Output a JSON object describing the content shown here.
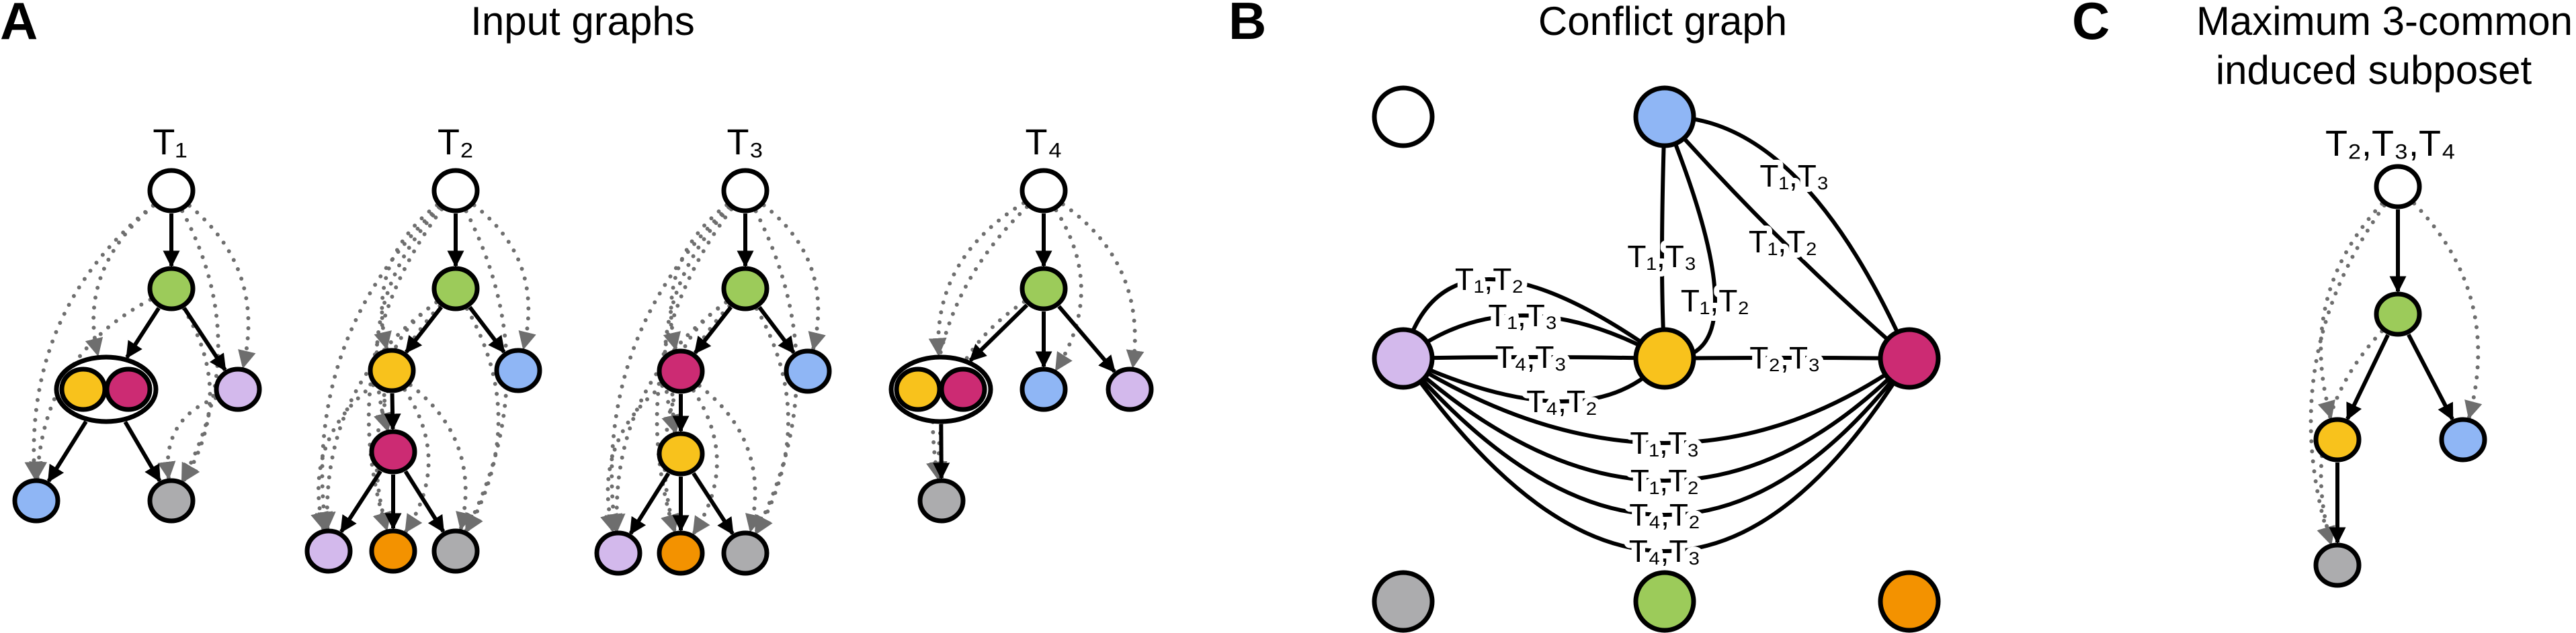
{
  "colors": {
    "white": "#ffffff",
    "green": "#9ccb5a",
    "yellow": "#f8c21c",
    "magenta": "#cc2b73",
    "blue": "#8fb6f5",
    "lilac": "#d3b9ec",
    "gray": "#acacae",
    "orange": "#f39200"
  },
  "panel_a": {
    "letter": "A",
    "title": "Input graphs",
    "graphs": [
      {
        "id": "T1",
        "label": "T₁",
        "nodes": [
          "white",
          "green",
          "yellow",
          "magenta",
          "lilac",
          "blue",
          "gray"
        ],
        "groups": [
          [
            "yellow",
            "magenta"
          ]
        ],
        "edges": [
          [
            "white",
            "green"
          ],
          [
            "green",
            "group"
          ],
          [
            "green",
            "lilac"
          ],
          [
            "group",
            "blue"
          ],
          [
            "group",
            "gray"
          ]
        ],
        "implied_edges": [
          [
            "white",
            "group"
          ],
          [
            "white",
            "lilac"
          ],
          [
            "white",
            "blue"
          ],
          [
            "white",
            "gray"
          ],
          [
            "green",
            "blue"
          ],
          [
            "green",
            "gray"
          ],
          [
            "lilac",
            "gray"
          ]
        ]
      },
      {
        "id": "T2",
        "label": "T₂",
        "nodes": [
          "white",
          "green",
          "yellow",
          "blue",
          "magenta",
          "lilac",
          "orange",
          "gray"
        ],
        "groups": [],
        "edges": [
          [
            "white",
            "green"
          ],
          [
            "green",
            "yellow"
          ],
          [
            "green",
            "blue"
          ],
          [
            "yellow",
            "magenta"
          ],
          [
            "magenta",
            "lilac"
          ],
          [
            "magenta",
            "orange"
          ],
          [
            "magenta",
            "gray"
          ]
        ],
        "implied_edges": [
          [
            "white",
            "yellow"
          ],
          [
            "white",
            "blue"
          ],
          [
            "white",
            "magenta"
          ],
          [
            "white",
            "lilac"
          ],
          [
            "white",
            "orange"
          ],
          [
            "white",
            "gray"
          ],
          [
            "green",
            "magenta"
          ],
          [
            "green",
            "lilac"
          ],
          [
            "green",
            "orange"
          ],
          [
            "green",
            "gray"
          ],
          [
            "yellow",
            "lilac"
          ],
          [
            "yellow",
            "orange"
          ],
          [
            "yellow",
            "gray"
          ]
        ]
      },
      {
        "id": "T3",
        "label": "T₃",
        "nodes": [
          "white",
          "green",
          "magenta",
          "blue",
          "yellow",
          "lilac",
          "orange",
          "gray"
        ],
        "groups": [],
        "edges": [
          [
            "white",
            "green"
          ],
          [
            "green",
            "magenta"
          ],
          [
            "green",
            "blue"
          ],
          [
            "magenta",
            "yellow"
          ],
          [
            "yellow",
            "lilac"
          ],
          [
            "yellow",
            "orange"
          ],
          [
            "yellow",
            "gray"
          ]
        ],
        "implied_edges": [
          [
            "white",
            "magenta"
          ],
          [
            "white",
            "blue"
          ],
          [
            "white",
            "yellow"
          ],
          [
            "white",
            "lilac"
          ],
          [
            "white",
            "orange"
          ],
          [
            "white",
            "gray"
          ],
          [
            "green",
            "yellow"
          ],
          [
            "green",
            "lilac"
          ],
          [
            "green",
            "orange"
          ],
          [
            "green",
            "gray"
          ],
          [
            "magenta",
            "lilac"
          ],
          [
            "magenta",
            "orange"
          ],
          [
            "magenta",
            "gray"
          ]
        ]
      },
      {
        "id": "T4",
        "label": "T₄",
        "nodes": [
          "white",
          "green",
          "yellow",
          "magenta",
          "blue",
          "lilac",
          "gray"
        ],
        "groups": [
          [
            "yellow",
            "magenta"
          ]
        ],
        "edges": [
          [
            "white",
            "green"
          ],
          [
            "green",
            "group"
          ],
          [
            "green",
            "blue"
          ],
          [
            "green",
            "lilac"
          ],
          [
            "group",
            "gray"
          ]
        ],
        "implied_edges": [
          [
            "white",
            "group"
          ],
          [
            "white",
            "blue"
          ],
          [
            "white",
            "lilac"
          ],
          [
            "white",
            "gray"
          ],
          [
            "green",
            "gray"
          ]
        ]
      }
    ]
  },
  "panel_b": {
    "letter": "B",
    "title": "Conflict graph",
    "nodes": [
      "white",
      "blue",
      "lilac",
      "yellow",
      "magenta",
      "gray",
      "green",
      "orange"
    ],
    "edges": [
      {
        "from": "blue",
        "to": "yellow",
        "label": "T₁,T₃"
      },
      {
        "from": "blue",
        "to": "yellow",
        "label": "T₁,T₂"
      },
      {
        "from": "blue",
        "to": "magenta",
        "label": "T₁,T₃"
      },
      {
        "from": "blue",
        "to": "magenta",
        "label": "T₁,T₂"
      },
      {
        "from": "lilac",
        "to": "yellow",
        "label": "T₁,T₂"
      },
      {
        "from": "lilac",
        "to": "yellow",
        "label": "T₁,T₃"
      },
      {
        "from": "lilac",
        "to": "yellow",
        "label": "T₄,T₃"
      },
      {
        "from": "lilac",
        "to": "yellow",
        "label": "T₄,T₂"
      },
      {
        "from": "yellow",
        "to": "magenta",
        "label": "T₂,T₃"
      },
      {
        "from": "lilac",
        "to": "magenta",
        "label": "T₁,T₃"
      },
      {
        "from": "lilac",
        "to": "magenta",
        "label": "T₁,T₂"
      },
      {
        "from": "lilac",
        "to": "magenta",
        "label": "T₄,T₂"
      },
      {
        "from": "lilac",
        "to": "magenta",
        "label": "T₄,T₃"
      }
    ]
  },
  "panel_c": {
    "letter": "C",
    "title_line1": "Maximum 3-common",
    "title_line2": "induced subposet",
    "graph": {
      "label": "T₂,T₃,T₄",
      "nodes": [
        "white",
        "green",
        "yellow",
        "blue",
        "gray"
      ],
      "edges": [
        [
          "white",
          "green"
        ],
        [
          "green",
          "yellow"
        ],
        [
          "green",
          "blue"
        ],
        [
          "yellow",
          "gray"
        ]
      ],
      "implied_edges": [
        [
          "white",
          "yellow"
        ],
        [
          "white",
          "blue"
        ],
        [
          "white",
          "gray"
        ],
        [
          "green",
          "gray"
        ]
      ]
    }
  }
}
